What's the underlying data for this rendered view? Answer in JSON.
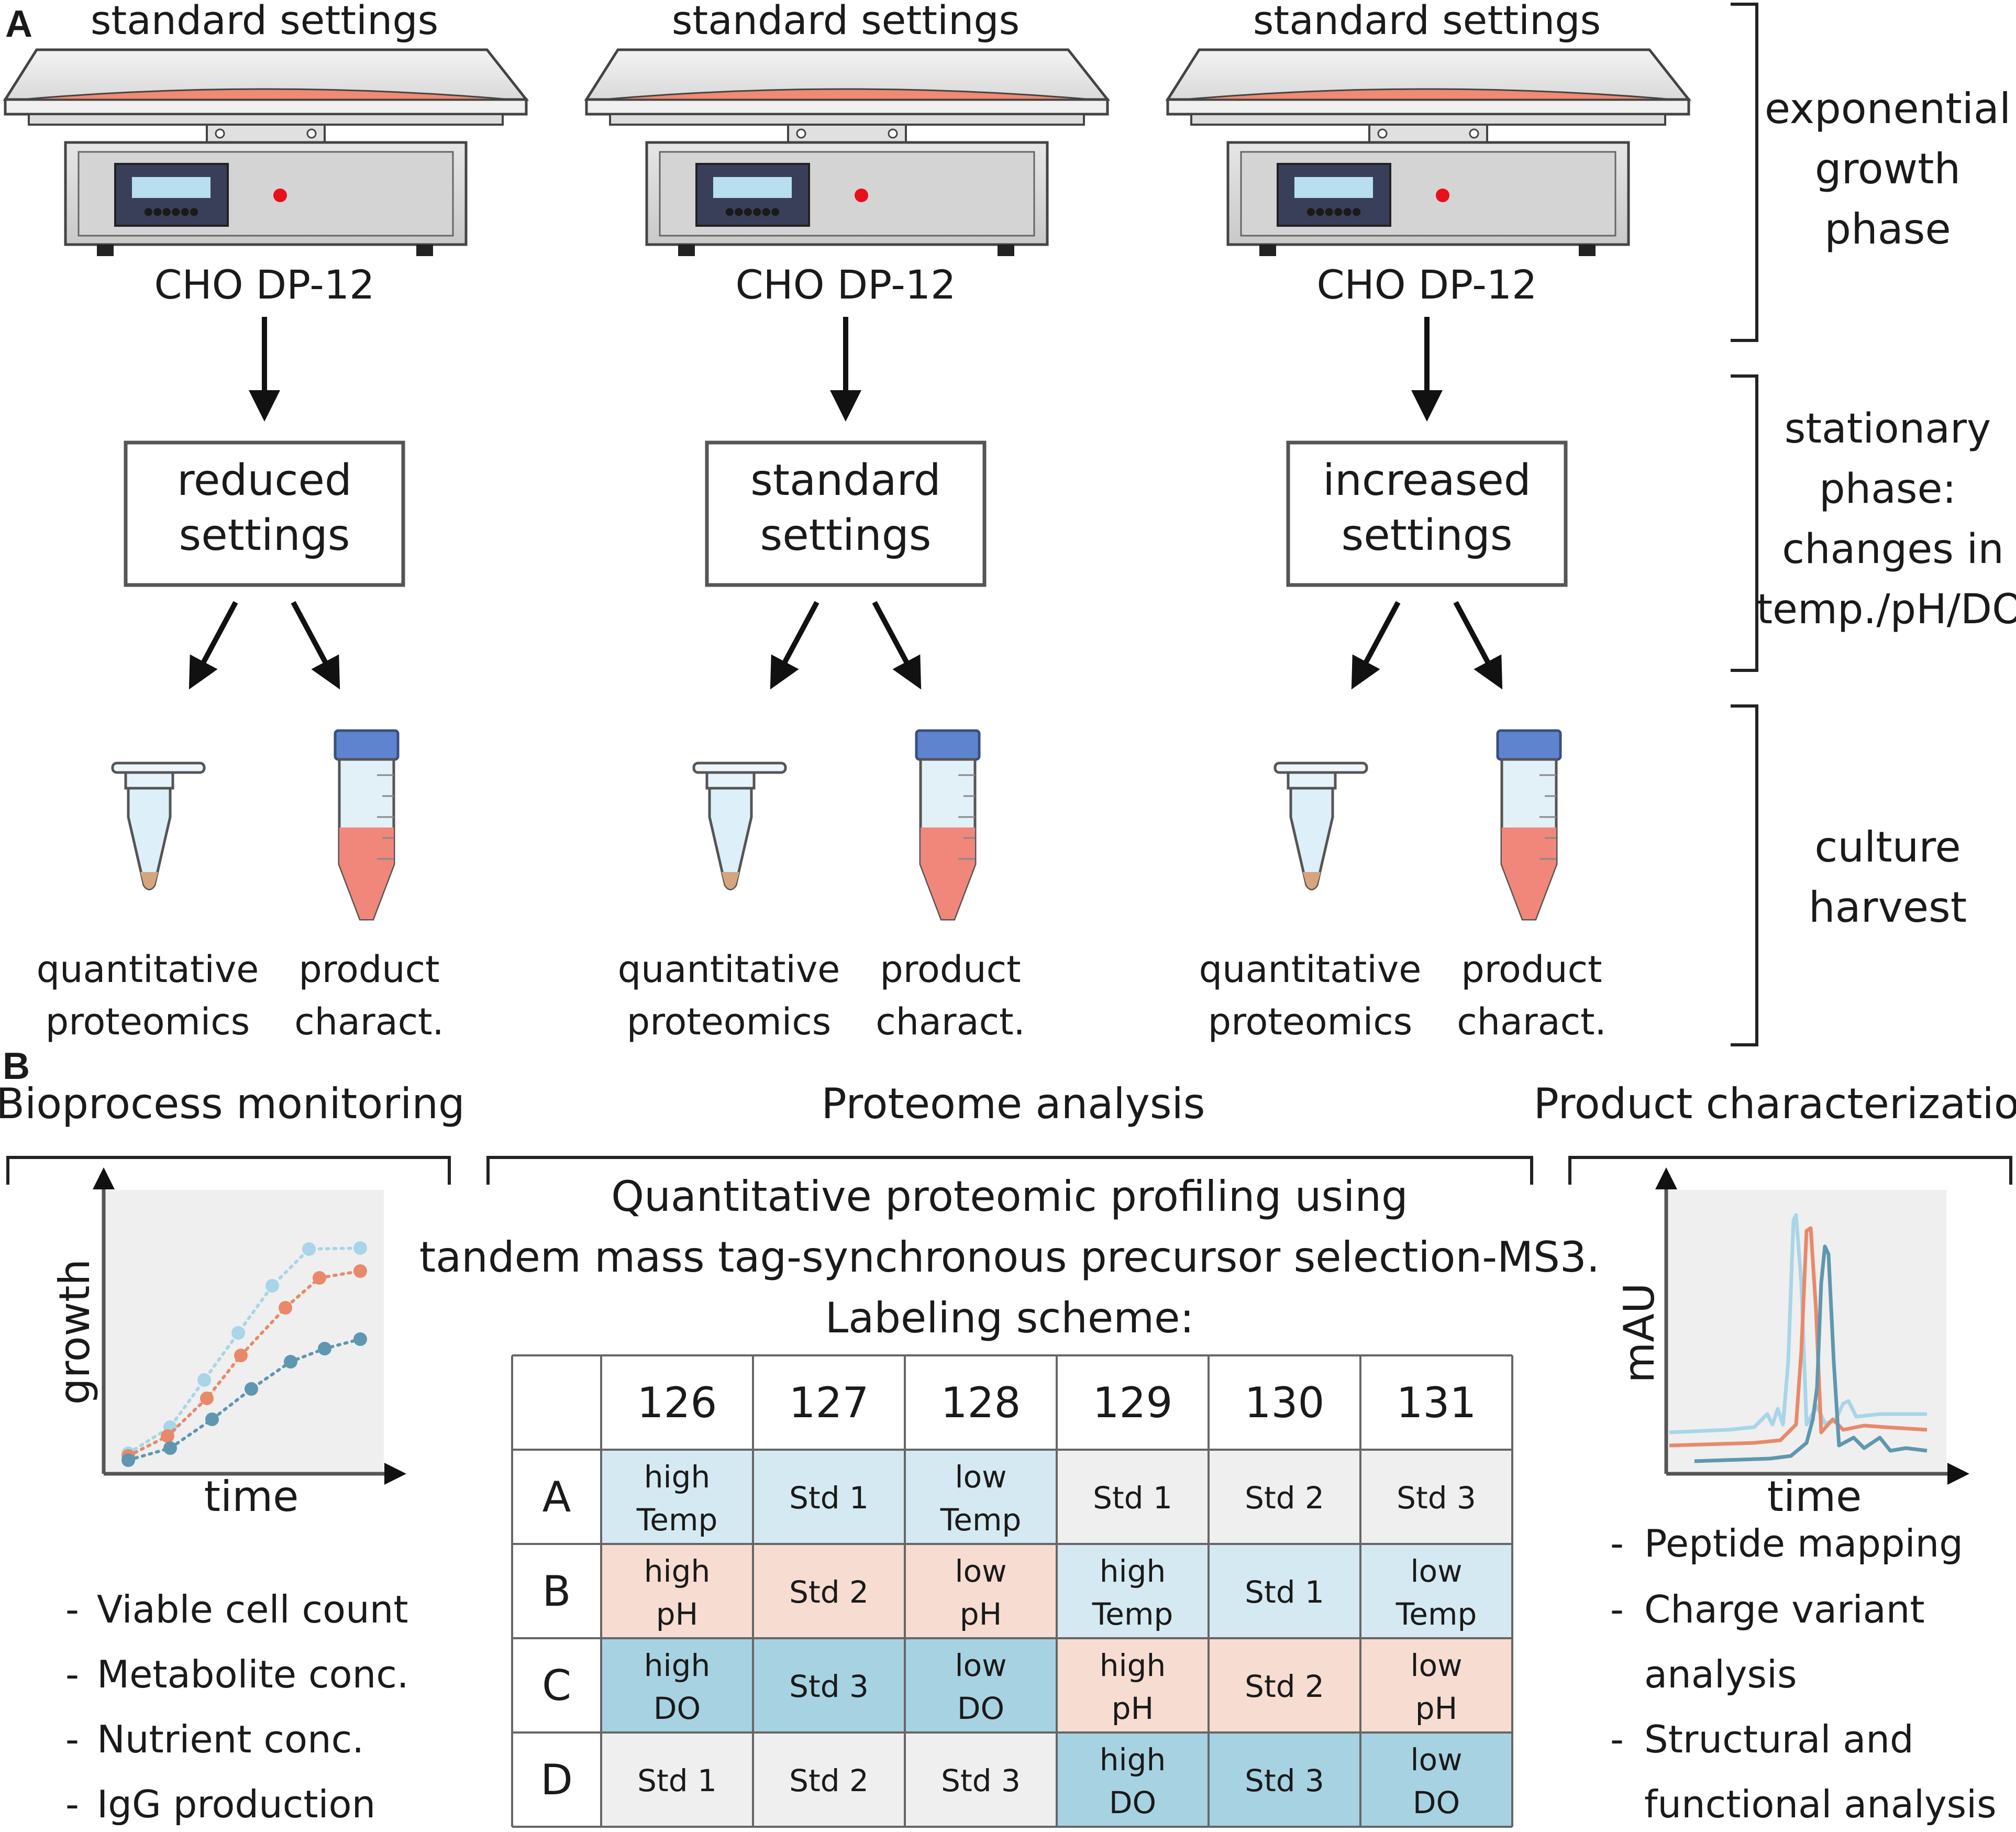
{
  "panel_a": {
    "letter": "A",
    "columns": [
      {
        "top_label": "standard settings",
        "cell_line": "CHO DP-12",
        "box_line1": "reduced",
        "box_line2": "settings",
        "left_l1": "quantitative",
        "left_l2": "proteomics",
        "right_l1": "product",
        "right_l2": "charact."
      },
      {
        "top_label": "standard settings",
        "cell_line": "CHO DP-12",
        "box_line1": "standard",
        "box_line2": "settings",
        "left_l1": "quantitative",
        "left_l2": "proteomics",
        "right_l1": "product",
        "right_l2": "charact."
      },
      {
        "top_label": "standard settings",
        "cell_line": "CHO DP-12",
        "box_line1": "increased",
        "box_line2": "settings",
        "left_l1": "quantitative",
        "left_l2": "proteomics",
        "right_l1": "product",
        "right_l2": "charact."
      }
    ],
    "phases": [
      {
        "lines": [
          "exponential",
          "growth",
          "phase"
        ]
      },
      {
        "lines": [
          "stationary",
          "phase:",
          "changes in",
          "temp./pH/DO"
        ]
      },
      {
        "lines": [
          "culture",
          "harvest"
        ]
      }
    ]
  },
  "panel_b": {
    "letter": "B",
    "bioprocess": {
      "title": "Bioprocess monitoring",
      "xlabel": "time",
      "ylabel": "growth",
      "bullets": [
        "Viable cell count",
        "Metabolite conc.",
        "Nutrient conc.",
        "IgG production"
      ]
    },
    "proteome": {
      "title": "Proteome analysis",
      "desc_line1": "Quantitative proteomic profiling using",
      "desc_line2": "tandem mass tag-synchronous precursor selection-MS3.",
      "desc_line3": "Labeling scheme:",
      "channels": [
        "126",
        "127",
        "128",
        "129",
        "130",
        "131"
      ],
      "rows": [
        {
          "label": "A",
          "cells": [
            {
              "l1": "high",
              "l2": "Temp",
              "color": "#d5e9f2"
            },
            {
              "l1": "Std 1",
              "l2": "",
              "color": "#d5e9f2"
            },
            {
              "l1": "low",
              "l2": "Temp",
              "color": "#d5e9f2"
            },
            {
              "l1": "Std 1",
              "l2": "",
              "color": "#efefef"
            },
            {
              "l1": "Std 2",
              "l2": "",
              "color": "#efefef"
            },
            {
              "l1": "Std 3",
              "l2": "",
              "color": "#efefef"
            }
          ]
        },
        {
          "label": "B",
          "cells": [
            {
              "l1": "high",
              "l2": "pH",
              "color": "#f6dcd1"
            },
            {
              "l1": "Std 2",
              "l2": "",
              "color": "#f6dcd1"
            },
            {
              "l1": "low",
              "l2": "pH",
              "color": "#f6dcd1"
            },
            {
              "l1": "high",
              "l2": "Temp",
              "color": "#d5e9f2"
            },
            {
              "l1": "Std 1",
              "l2": "",
              "color": "#d5e9f2"
            },
            {
              "l1": "low",
              "l2": "Temp",
              "color": "#d5e9f2"
            }
          ]
        },
        {
          "label": "C",
          "cells": [
            {
              "l1": "high",
              "l2": "DO",
              "color": "#a7d2e2"
            },
            {
              "l1": "Std 3",
              "l2": "",
              "color": "#a7d2e2"
            },
            {
              "l1": "low",
              "l2": "DO",
              "color": "#a7d2e2"
            },
            {
              "l1": "high",
              "l2": "pH",
              "color": "#f6dcd1"
            },
            {
              "l1": "Std 2",
              "l2": "",
              "color": "#f6dcd1"
            },
            {
              "l1": "low",
              "l2": "pH",
              "color": "#f6dcd1"
            }
          ]
        },
        {
          "label": "D",
          "cells": [
            {
              "l1": "Std 1",
              "l2": "",
              "color": "#efefef"
            },
            {
              "l1": "Std 2",
              "l2": "",
              "color": "#efefef"
            },
            {
              "l1": "Std 3",
              "l2": "",
              "color": "#efefef"
            },
            {
              "l1": "high",
              "l2": "DO",
              "color": "#a7d2e2"
            },
            {
              "l1": "Std 3",
              "l2": "",
              "color": "#a7d2e2"
            },
            {
              "l1": "low",
              "l2": "DO",
              "color": "#a7d2e2"
            }
          ]
        }
      ]
    },
    "product": {
      "title": "Product characterization",
      "xlabel": "time",
      "ylabel": "mAU",
      "bullets": [
        {
          "l1": "Peptide mapping",
          "l2": ""
        },
        {
          "l1": "Charge variant",
          "l2": "analysis"
        },
        {
          "l1": "Structural and",
          "l2": "functional analysis"
        }
      ]
    }
  },
  "colors": {
    "light_blue": "#a8d5e8",
    "orange": "#e8896a",
    "dark_blue": "#5f97b0",
    "red_dot": "#e8101b"
  }
}
